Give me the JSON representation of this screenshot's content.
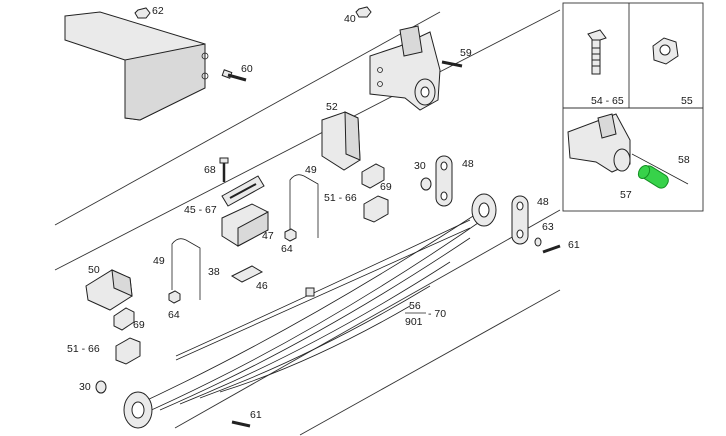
{
  "callouts": {
    "c62": "62",
    "c40": "40",
    "c59": "59",
    "c60": "60",
    "c52": "52",
    "c68": "68",
    "c49a": "49",
    "c4567": "45 - 67",
    "c5166a": "51 - 66",
    "c30a": "30",
    "c48a": "48",
    "c69a": "69",
    "c47": "47",
    "c64a": "64",
    "c48b": "48",
    "c63": "63",
    "c61a": "61",
    "c50": "50",
    "c49b": "49",
    "c38": "38",
    "c46": "46",
    "c64b": "64",
    "c69b": "69",
    "c5166b": "51 - 66",
    "c56": "56",
    "c901": "901",
    "c70": "- 70",
    "c30b": "30",
    "c61b": "61",
    "inset_5465": "54 - 65",
    "inset_55": "55",
    "inset_58": "58",
    "inset_57": "57"
  },
  "colors": {
    "highlight": "#37d24a",
    "outline": "#222222",
    "fill": "#eaeaea"
  },
  "highlighted_part": "57"
}
